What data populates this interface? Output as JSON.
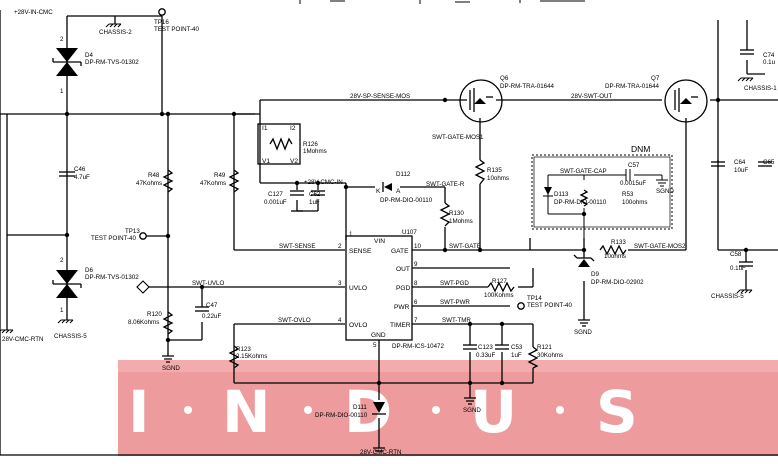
{
  "nets": {
    "in_28v": "+28V-IN-CMC",
    "sp_sense": "28V-SP-SENSE-MOS",
    "swt_out": "28V-SWT-OUT",
    "sw_cmc": "+28V-CMC-IN",
    "gate_mos1": "SWT-GATE-MOS1",
    "gate_mos2": "SWT-GATE-MOS2",
    "gate_r": "SWT-GATE-R",
    "gate_cap": "SWT-GATE-CAP",
    "swt_sense": "SWT-SENSE",
    "swt_gate": "SWT-GATE",
    "swt_uvlo": "SWT-UVLO",
    "swt_ovlo": "SWT-OVLO",
    "swt_pgd": "SWT-PGD",
    "swt_pwr": "SWT-PWR",
    "swt_tmr": "SWT-TMR",
    "rtn_cmc": "28V-CMC-RTN",
    "rtn_left": "28V-CMC-RTN",
    "chassis1": "CHASSIS-1",
    "chassis2": "CHASSIS-2",
    "chassis5a": "CHASSIS-5",
    "chassis5b": "CHASSIS-5",
    "sgnd": "SGND",
    "dnm": "DNM"
  },
  "parts": {
    "D4": {
      "ref": "D4",
      "pn": "DP-RM-TVS-01302"
    },
    "D6": {
      "ref": "D6",
      "pn": "DP-RM-TVS-01302"
    },
    "C46": {
      "ref": "C46",
      "val": "4.7uF"
    },
    "TP16": {
      "ref": "TP16",
      "val": "TEST POINT-40"
    },
    "TP13": {
      "ref": "TP13",
      "val": "TEST POINT-40"
    },
    "TP14": {
      "ref": "TP14",
      "val": "TEST POINT-40"
    },
    "R48": {
      "ref": "R48",
      "val": "47Kohms"
    },
    "R49": {
      "ref": "R49",
      "val": "47Kohms"
    },
    "R120": {
      "ref": "R120",
      "val": "8.06Kohms"
    },
    "C47": {
      "ref": "C47",
      "val": "0.22uF"
    },
    "R123": {
      "ref": "R123",
      "val": "2.15Kohms"
    },
    "R126": {
      "ref": "R126",
      "val": "1Mohms",
      "pins": [
        "I1",
        "I2",
        "V1",
        "V2"
      ]
    },
    "C127": {
      "ref": "C127",
      "val": "0.001uF"
    },
    "C62": {
      "ref": "C62",
      "val": "1uF"
    },
    "D112": {
      "ref": "D112",
      "pn": "DP-RM-DIO-00110",
      "k": "K",
      "a": "A"
    },
    "R130": {
      "ref": "R130",
      "val": "1Mohms"
    },
    "U107": {
      "ref": "U107",
      "pn": "DP-RM-ICS-10472",
      "pins": {
        "vin": "VIN",
        "sense": "SENSE",
        "gate": "GATE",
        "out": "OUT",
        "uvlo": "UVLO",
        "pgd": "PGD",
        "pwr": "PWR",
        "ovlo": "OVLO",
        "timer": "TIMER",
        "gnd": "GND"
      },
      "nums": {
        "vin": "1",
        "sense": "2",
        "gate": "10",
        "out": "9",
        "uvlo": "3",
        "pgd": "8",
        "pwr": "6",
        "ovlo": "4",
        "timer": "7",
        "gnd": "5"
      }
    },
    "Q6": {
      "ref": "Q6",
      "pn": "DP-RM-TRA-01644"
    },
    "Q7": {
      "ref": "Q7",
      "pn": "DP-RM-TRA-01644"
    },
    "R135": {
      "ref": "R135",
      "val": "10ohms"
    },
    "D113": {
      "ref": "D113",
      "pn": "DP-RM-DIO-00110"
    },
    "C57": {
      "ref": "C57",
      "val": "0.0015uF"
    },
    "R53": {
      "ref": "R53",
      "val": "100ohms"
    },
    "R133": {
      "ref": "R133",
      "val": "10ohms"
    },
    "D9": {
      "ref": "D9",
      "pn": "DP-RM-DIO-02902"
    },
    "R127": {
      "ref": "R127",
      "val": "100Kohms"
    },
    "C123": {
      "ref": "C123",
      "val": "0.33uF"
    },
    "C53": {
      "ref": "C53",
      "val": "1uF"
    },
    "R121": {
      "ref": "R121",
      "val": "30Kohms"
    },
    "D111": {
      "ref": "D111",
      "pn": "DP-RM-DIO-00110"
    },
    "C64": {
      "ref": "C64",
      "val": "10uF"
    },
    "C65": {
      "ref": "C65",
      "val": ""
    },
    "C74": {
      "ref": "C74",
      "val": "0.1u"
    },
    "C58": {
      "ref": "C58",
      "val": "0.1uF"
    }
  },
  "pin_numbers": {
    "d4_top": "2",
    "d4_bot": "1",
    "d6_top": "2",
    "d6_bot": "1"
  },
  "watermark": {
    "letters": [
      "I",
      "N",
      "D",
      "U",
      "S"
    ],
    "color": "#e9888a"
  }
}
